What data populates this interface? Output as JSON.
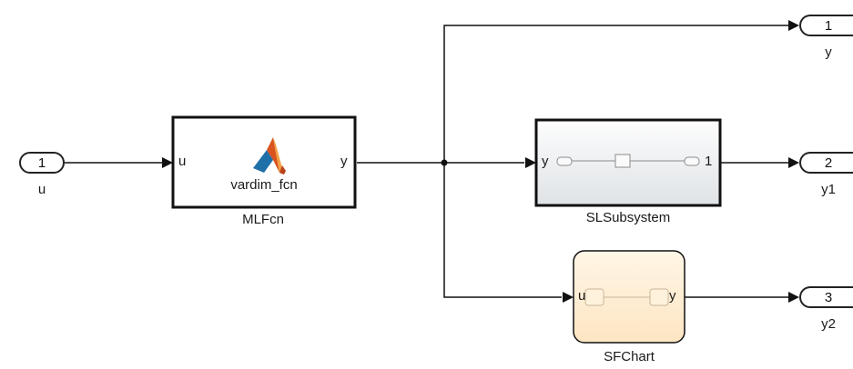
{
  "inport": {
    "number": "1",
    "name": "u"
  },
  "mlfcn": {
    "name": "MLFcn",
    "function": "vardim_fcn",
    "in_port": "u",
    "out_port": "y"
  },
  "slsubsystem": {
    "name": "SLSubsystem",
    "in_port": "y",
    "out_port": "1"
  },
  "sfchart": {
    "name": "SFChart",
    "in_port": "u",
    "out_port": "y"
  },
  "outports": [
    {
      "number": "1",
      "name": "y"
    },
    {
      "number": "2",
      "name": "y1"
    },
    {
      "number": "3",
      "name": "y2"
    }
  ]
}
